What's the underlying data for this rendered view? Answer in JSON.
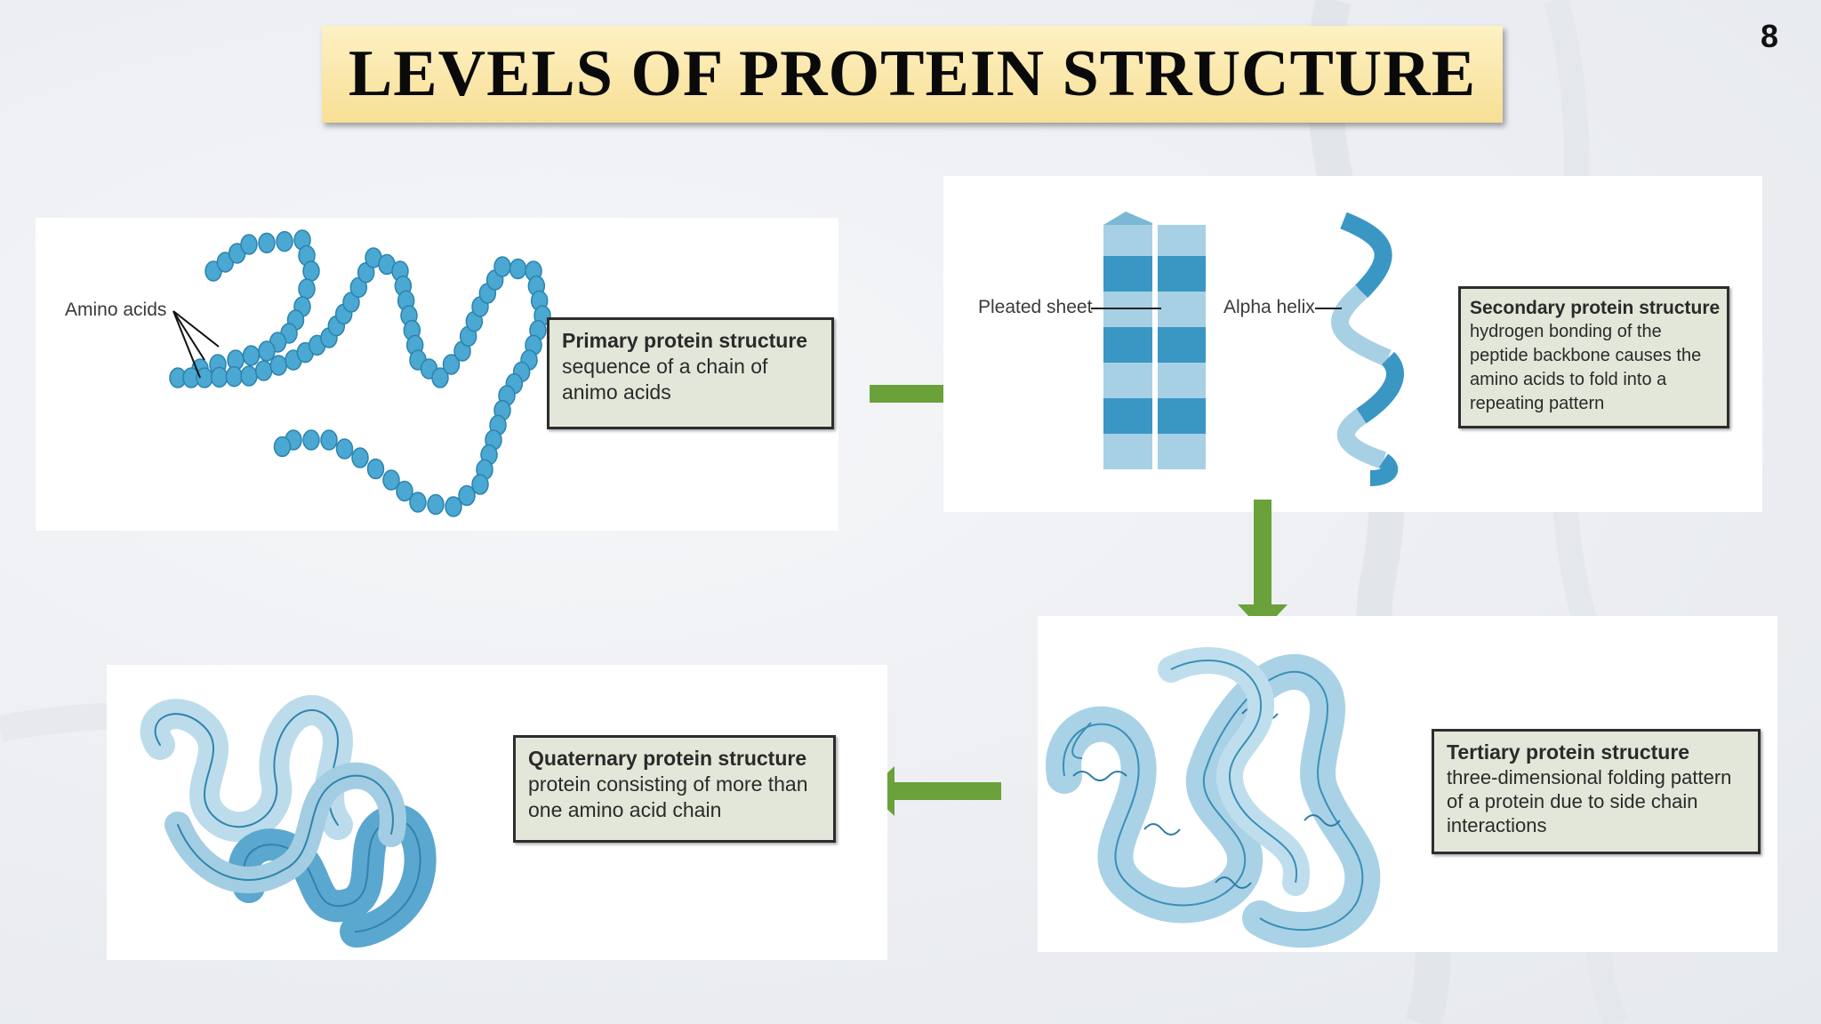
{
  "slide": {
    "title": "LEVELS OF PROTEIN STRUCTURE",
    "page_number": "8"
  },
  "colors": {
    "title_fill": "#f8df95",
    "panel_bg": "#ffffff",
    "info_box_bg": "#e3e7d9",
    "protein_light": "#a9d2e6",
    "protein_dark": "#3a97c4",
    "arrow_green": "#6aa13a"
  },
  "primary": {
    "label": "Amino acids",
    "box_title": "Primary protein structure",
    "box_desc": "sequence of a chain of animo acids"
  },
  "secondary": {
    "label_sheet": "Pleated sheet",
    "label_helix": "Alpha helix",
    "box_title": "Secondary protein structure",
    "box_desc": "hydrogen bonding of the peptide backbone causes the amino acids to fold into a repeating pattern"
  },
  "tertiary": {
    "box_title": "Tertiary protein structure",
    "box_desc": "three-dimensional folding pattern of a protein due to side chain interactions"
  },
  "quaternary": {
    "box_title": "Quaternary protein structure",
    "box_desc": "protein consisting of more than one amino acid chain"
  },
  "arrows": [
    {
      "from": "primary",
      "to": "secondary",
      "direction": "right"
    },
    {
      "from": "secondary",
      "to": "tertiary",
      "direction": "down"
    },
    {
      "from": "tertiary",
      "to": "quaternary",
      "direction": "left"
    }
  ]
}
